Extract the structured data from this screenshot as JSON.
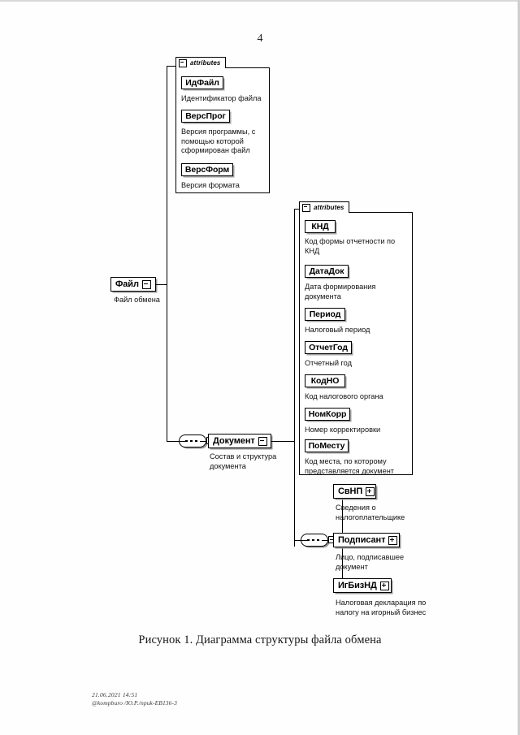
{
  "page": {
    "number": "4",
    "caption": "Рисунок 1. Диаграмма структуры файла обмена"
  },
  "footer": {
    "line1": "21.06.2021 14:51",
    "line2": "@kompburo /Ю.Р./приk-ЕВ136-3"
  },
  "diagram": {
    "type": "xsd-structure-diagram",
    "attributes_tab_label": "attributes",
    "root": {
      "name": "Файл",
      "toggle": "minus",
      "description": "Файл обмена"
    },
    "root_attributes": [
      {
        "name": "ИдФайл",
        "description": "Идентификатор файла"
      },
      {
        "name": "ВерсПрог",
        "description": "Версия программы, с\nпомощью которой\nсформирован файл"
      },
      {
        "name": "ВерсФорм",
        "description": "Версия формата"
      }
    ],
    "document": {
      "name": "Документ",
      "toggle": "minus",
      "description": "Состав и структура\nдокумента"
    },
    "document_attributes": [
      {
        "name": "КНД",
        "description": "Код формы отчетности по\nКНД"
      },
      {
        "name": "ДатаДок",
        "description": "Дата формирования\nдокумента"
      },
      {
        "name": "Период",
        "description": "Налоговый период"
      },
      {
        "name": "ОтчетГод",
        "description": "Отчетный год"
      },
      {
        "name": "КодНО",
        "description": "Код налогового органа"
      },
      {
        "name": "НомКорр",
        "description": "Номер корректировки"
      },
      {
        "name": "ПоМесту",
        "description": "Код места, по которому\nпредставляется документ"
      }
    ],
    "document_children": [
      {
        "name": "СвНП",
        "toggle": "plus",
        "description": "Сведения о\nналогоплательщике"
      },
      {
        "name": "Подписант",
        "toggle": "plus",
        "description": "Лицо, подписавшее\nдокумент"
      },
      {
        "name": "ИгБизНД",
        "toggle": "plus",
        "description": "Налоговая декларация по\nналогу на игорный бизнес"
      }
    ]
  }
}
